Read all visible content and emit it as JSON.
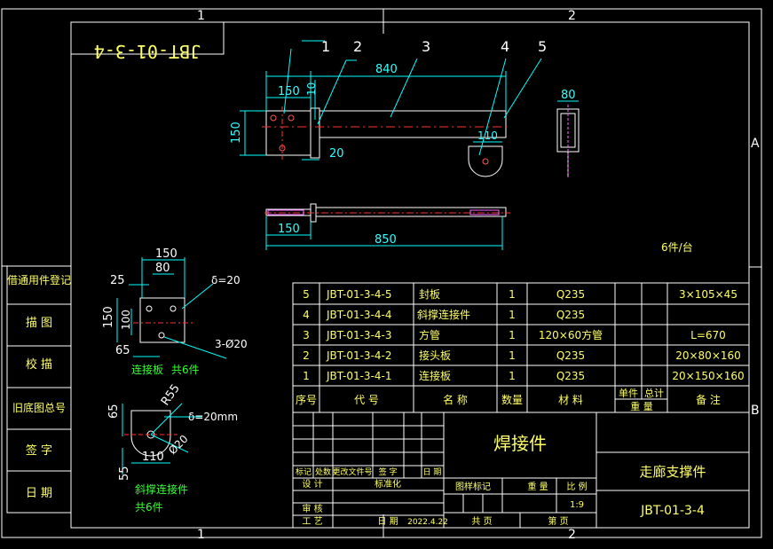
{
  "colors": {
    "background": "#000000",
    "frame": "#ffffff",
    "dimension": "#00ffff",
    "title_text": "#ffff66",
    "note_text": "#33ff33",
    "centerline": "#ff3333",
    "hatch": "#ff66ff"
  },
  "zones": {
    "top_1": "1",
    "top_2": "2",
    "bottom_1": "1",
    "bottom_2": "2",
    "right_a": "A",
    "right_b": "B"
  },
  "drawing_code_mirrored": "JBT-01-3-4",
  "main_view": {
    "balloons": [
      "1",
      "2",
      "3",
      "4",
      "5"
    ],
    "dims": {
      "overall_length": "840",
      "plate_width": "150",
      "gap": "10",
      "plate_height": "150",
      "offset": "20",
      "end_dim": "110",
      "section_width": "80"
    }
  },
  "bottom_view": {
    "dims": {
      "left": "150",
      "total": "850"
    }
  },
  "quantity_note": "6件/台",
  "left_column": [
    "借通用件登记",
    "描 图",
    "校 描",
    "旧底图总号",
    "签 字",
    "日 期"
  ],
  "detail_plate": {
    "dims": {
      "d150": "150",
      "d80": "80",
      "d25": "25",
      "d100": "100",
      "d150v": "150",
      "d65": "65"
    },
    "thickness": "δ=20",
    "holes": "3-Ø20",
    "name": "连接板",
    "qty": "共6件"
  },
  "detail_lug": {
    "dims": {
      "r55": "R55",
      "d65": "65",
      "d55": "55",
      "d110": "110",
      "hole": "Ø20"
    },
    "thickness": "δ=20mm",
    "name": "斜撑连接件",
    "qty": "共6件"
  },
  "parts_table": {
    "rows": [
      {
        "no": "5",
        "code": "JBT-01-3-4-5",
        "name": "封板",
        "qty": "1",
        "material": "Q235",
        "note": "3×105×45"
      },
      {
        "no": "4",
        "code": "JBT-01-3-4-4",
        "name": "斜撑连接件",
        "qty": "1",
        "material": "Q235",
        "note": ""
      },
      {
        "no": "3",
        "code": "JBT-01-3-4-3",
        "name": "方管",
        "qty": "1",
        "material": "120×60方管",
        "note": "L=670"
      },
      {
        "no": "2",
        "code": "JBT-01-3-4-2",
        "name": "接头板",
        "qty": "1",
        "material": "Q235",
        "note": "20×80×160"
      },
      {
        "no": "1",
        "code": "JBT-01-3-4-1",
        "name": "连接板",
        "qty": "1",
        "material": "Q235",
        "note": "20×150×160"
      }
    ],
    "headers": {
      "no": "序号",
      "code": "代 号",
      "name": "名 称",
      "qty": "数量",
      "material": "材 料",
      "unit": "单件",
      "total": "总计",
      "weight": "重 量",
      "note": "备 注"
    }
  },
  "title_block": {
    "title": "焊接件",
    "part_name": "走廊支撑件",
    "drawing_no": "JBT-01-3-4",
    "labels": {
      "mark": "标记",
      "count": "处数",
      "change_doc": "更改文件号",
      "sign": "签 字",
      "date": "日 期",
      "design": "设 计",
      "standard": "标准化",
      "review": "审 核",
      "process": "工 艺",
      "date2": "日 期",
      "stage": "图样标记",
      "weight": "重 量",
      "scale": "比 例",
      "total": "共 页",
      "page": "第 页"
    },
    "date_value": "2022.4.22",
    "scale_value": "1:9"
  }
}
